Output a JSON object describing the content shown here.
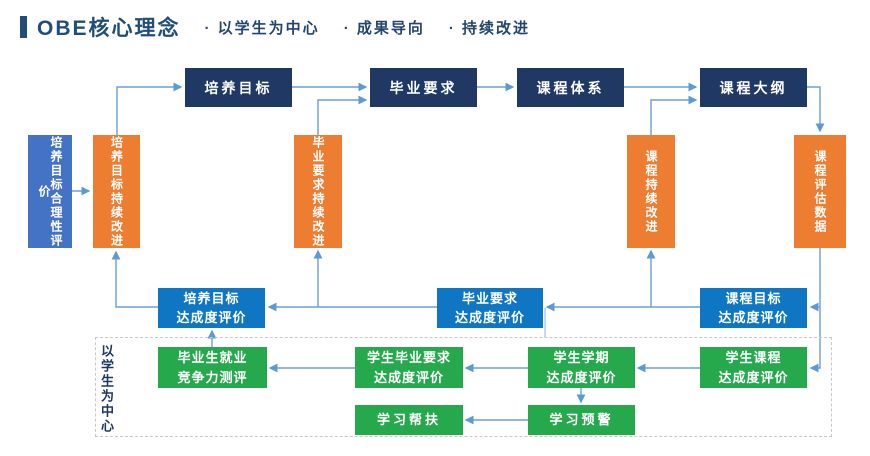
{
  "header": {
    "title": "OBE核心理念",
    "subtitle_items": [
      "· 以学生为中心",
      "· 成果导向",
      "· 持续改进"
    ]
  },
  "colors": {
    "navy": "#1f3864",
    "title": "#1f4e79",
    "blue": "#4472c4",
    "azure": "#0e76c3",
    "orange": "#ed7d31",
    "green": "#26a84c",
    "connector": "#6b9fd4",
    "dash": "#c9c9c9"
  },
  "nodes": {
    "objectives": "培养目标",
    "requirements": "毕业要求",
    "curriculum": "课程体系",
    "syllabus": "课程大纲",
    "rationality_eval": "培养目标合理性评价",
    "objectives_improve": "培养目标持续改进",
    "requirements_improve": "毕业要求持续改进",
    "course_improve": "课程持续改进",
    "course_data": "课程评估数据",
    "objectives_attain": "培养目标\n达成度评价",
    "requirements_attain": "毕业要求\n达成度评价",
    "course_attain": "课程目标\n达成度评价",
    "employment_eval": "毕业生就业\n竞争力测评",
    "student_req_attain": "学生毕业要求\n达成度评价",
    "student_term_attain": "学生学期\n达成度评价",
    "student_course_attain": "学生课程\n达成度评价",
    "learning_support": "学习帮扶",
    "learning_warning": "学习预警",
    "region_label": "以学生为中心"
  }
}
